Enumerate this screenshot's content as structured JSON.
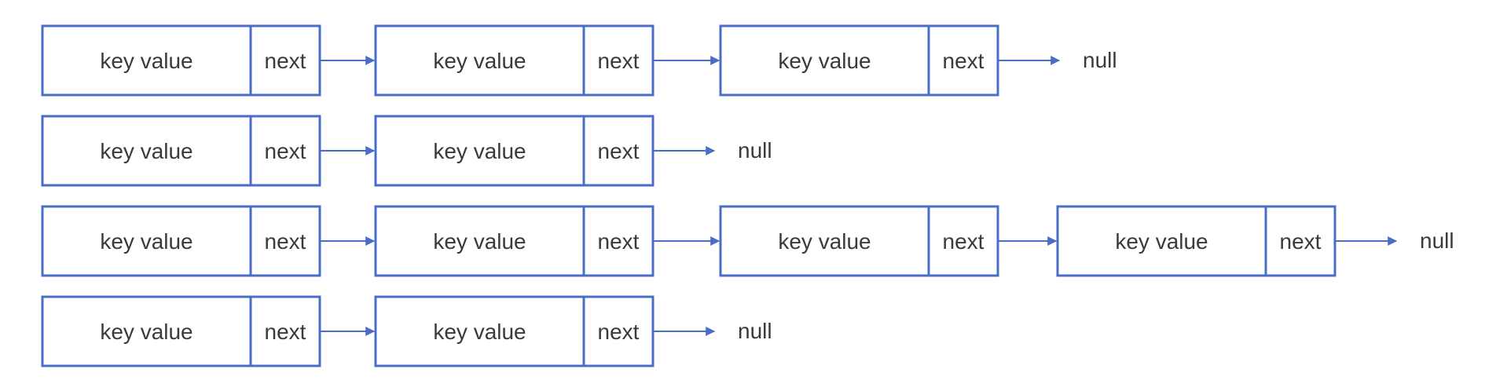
{
  "diagram": {
    "accent_color": "#4a6ec8",
    "text_color": "#3a3a3a",
    "chains": [
      {
        "nodes": [
          {
            "key_label": "key value",
            "next_label": "next"
          },
          {
            "key_label": "key value",
            "next_label": "next"
          },
          {
            "key_label": "key value",
            "next_label": "next"
          }
        ],
        "terminal": "null"
      },
      {
        "nodes": [
          {
            "key_label": "key value",
            "next_label": "next"
          },
          {
            "key_label": "key value",
            "next_label": "next"
          }
        ],
        "terminal": "null"
      },
      {
        "nodes": [
          {
            "key_label": "key value",
            "next_label": "next"
          },
          {
            "key_label": "key value",
            "next_label": "next"
          },
          {
            "key_label": "key value",
            "next_label": "next"
          },
          {
            "key_label": "key value",
            "next_label": "next"
          }
        ],
        "terminal": "null"
      },
      {
        "nodes": [
          {
            "key_label": "key value",
            "next_label": "next"
          },
          {
            "key_label": "key value",
            "next_label": "next"
          }
        ],
        "terminal": "null"
      }
    ]
  }
}
